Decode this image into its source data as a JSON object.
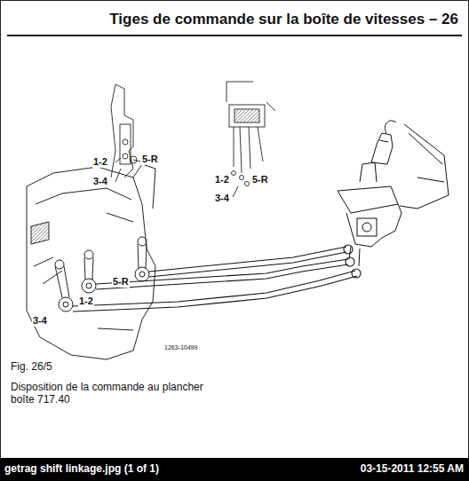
{
  "diagram": {
    "title": "Tiges de commande sur la boîte de vitesses – 26",
    "caption": "Disposition de la commande au plancher boîte 717.40",
    "labels": [
      "1-2",
      "5-R",
      "3-4",
      "1-2",
      "5-R",
      "3-4",
      "5-R",
      "1-2",
      "3-4",
      "1263-10499",
      "Fig. 26/5",
      "getrag shift linkage.jpg (1 of 1)",
      "03-15-2011 12:55 AM"
    ]
  }
}
